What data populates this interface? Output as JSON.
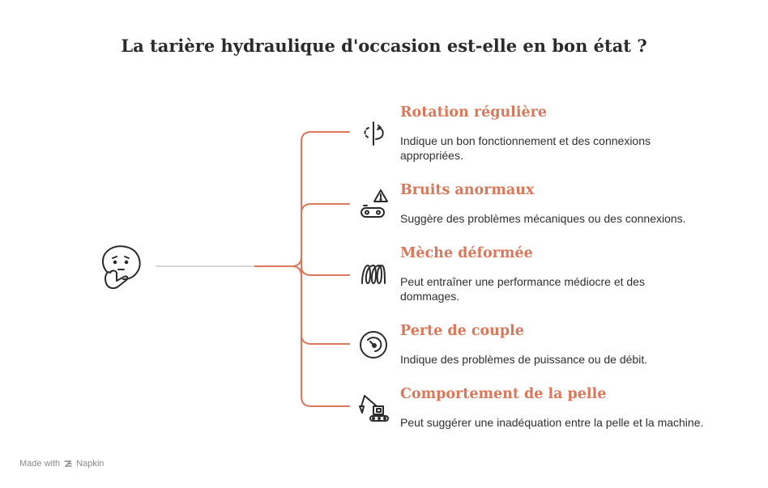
{
  "title": "La tarière hydraulique d'occasion est-elle en bon état ?",
  "colors": {
    "accent": "#d9785a",
    "text": "#2f2f2f",
    "line_gray": "#d6d6d6"
  },
  "root_icon": "thinking-face-icon",
  "items": [
    {
      "icon": "rotation-icon",
      "title": "Rotation régulière",
      "description": "Indique un bon fonctionnement et des connexions appropriées."
    },
    {
      "icon": "warning-noise-icon",
      "title": "Bruits anormaux",
      "description": "Suggère des problèmes mécaniques ou des connexions."
    },
    {
      "icon": "coil-spring-icon",
      "title": "Mèche déformée",
      "description": "Peut entraîner une performance médiocre et des dommages."
    },
    {
      "icon": "gauge-icon",
      "title": "Perte de couple",
      "description": "Indique des problèmes de puissance ou de débit."
    },
    {
      "icon": "excavator-icon",
      "title": "Comportement de la pelle",
      "description": "Peut suggérer une inadéquation entre la pelle et la machine."
    }
  ],
  "footer": {
    "made_with": "Made with",
    "brand": "Napkin"
  }
}
